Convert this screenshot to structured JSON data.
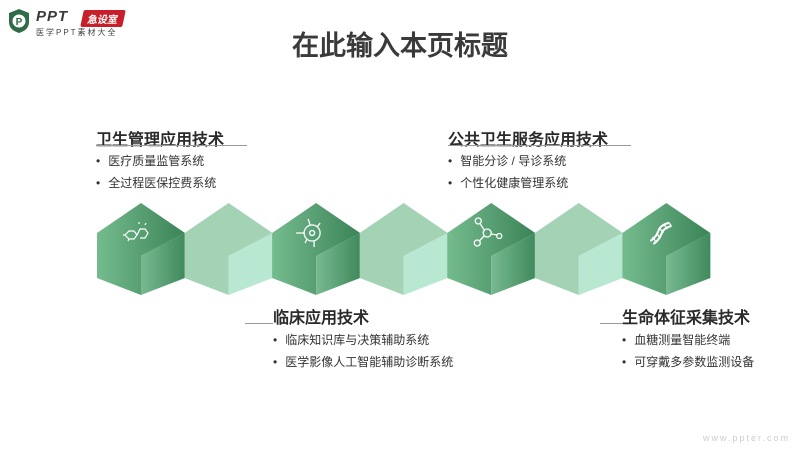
{
  "logo": {
    "brand": "PPT",
    "tag": "急设室",
    "subtitle": "医学PPT素材大全"
  },
  "title": "在此输入本页标题",
  "sections": [
    {
      "heading": "卫生管理应用技术",
      "items": [
        "医疗质量监管系统",
        "全过程医保控费系统"
      ]
    },
    {
      "heading": "公共卫生服务应用技术",
      "items": [
        "智能分诊 / 导诊系统",
        "个性化健康管理系统"
      ]
    },
    {
      "heading": "临床应用技术",
      "items": [
        "临床知识库与决策辅助系统",
        "医学影像人工智能辅助诊断系统"
      ]
    },
    {
      "heading": "生命体征采集技术",
      "items": [
        "血糖测量智能终端",
        "可穿戴多参数监测设备"
      ]
    }
  ],
  "cubes": [
    {
      "style": "dark",
      "icon": "molecule-hexagon-icon"
    },
    {
      "style": "light",
      "icon": ""
    },
    {
      "style": "dark",
      "icon": "cell-virus-icon"
    },
    {
      "style": "light",
      "icon": ""
    },
    {
      "style": "dark",
      "icon": "molecule-node-icon"
    },
    {
      "style": "light",
      "icon": ""
    },
    {
      "style": "dark",
      "icon": "dna-icon"
    }
  ],
  "colors": {
    "dark_top": "#6cb587",
    "dark_top2": "#3f8a5c",
    "dark_side": "#4f9a6c",
    "light_top": "#a3d2b4",
    "light_side": "#b9e8d2"
  },
  "watermark": "www.ppter.com"
}
